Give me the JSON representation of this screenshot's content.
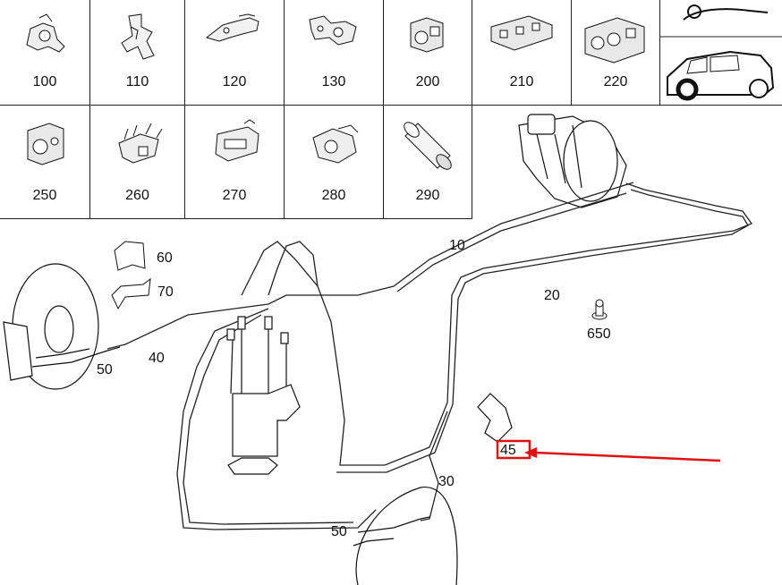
{
  "thumbnails": [
    {
      "num": "100",
      "icon": "clamp-part-icon"
    },
    {
      "num": "110",
      "icon": "bracket-part-icon"
    },
    {
      "num": "120",
      "icon": "holder-part-icon"
    },
    {
      "num": "130",
      "icon": "clip-part-icon"
    },
    {
      "num": "200",
      "icon": "grommet-part-icon"
    },
    {
      "num": "210",
      "icon": "multi-clip-part-icon"
    },
    {
      "num": "220",
      "icon": "double-grommet-part-icon"
    },
    {
      "num": "",
      "icon": "vehicle-icon"
    },
    {
      "num": "250",
      "icon": "line-clip-part-icon"
    },
    {
      "num": "260",
      "icon": "wiring-bracket-part-icon"
    },
    {
      "num": "270",
      "icon": "mount-part-icon"
    },
    {
      "num": "280",
      "icon": "retainer-part-icon"
    },
    {
      "num": "290",
      "icon": "sleeve-part-icon"
    }
  ],
  "callouts": {
    "c10": "10",
    "c20": "20",
    "c30": "30",
    "c40": "40",
    "c45": "45",
    "c50a": "50",
    "c50b": "50",
    "c60": "60",
    "c70": "70",
    "c650": "650"
  },
  "highlight": {
    "target": "45",
    "color": "#e01010"
  }
}
